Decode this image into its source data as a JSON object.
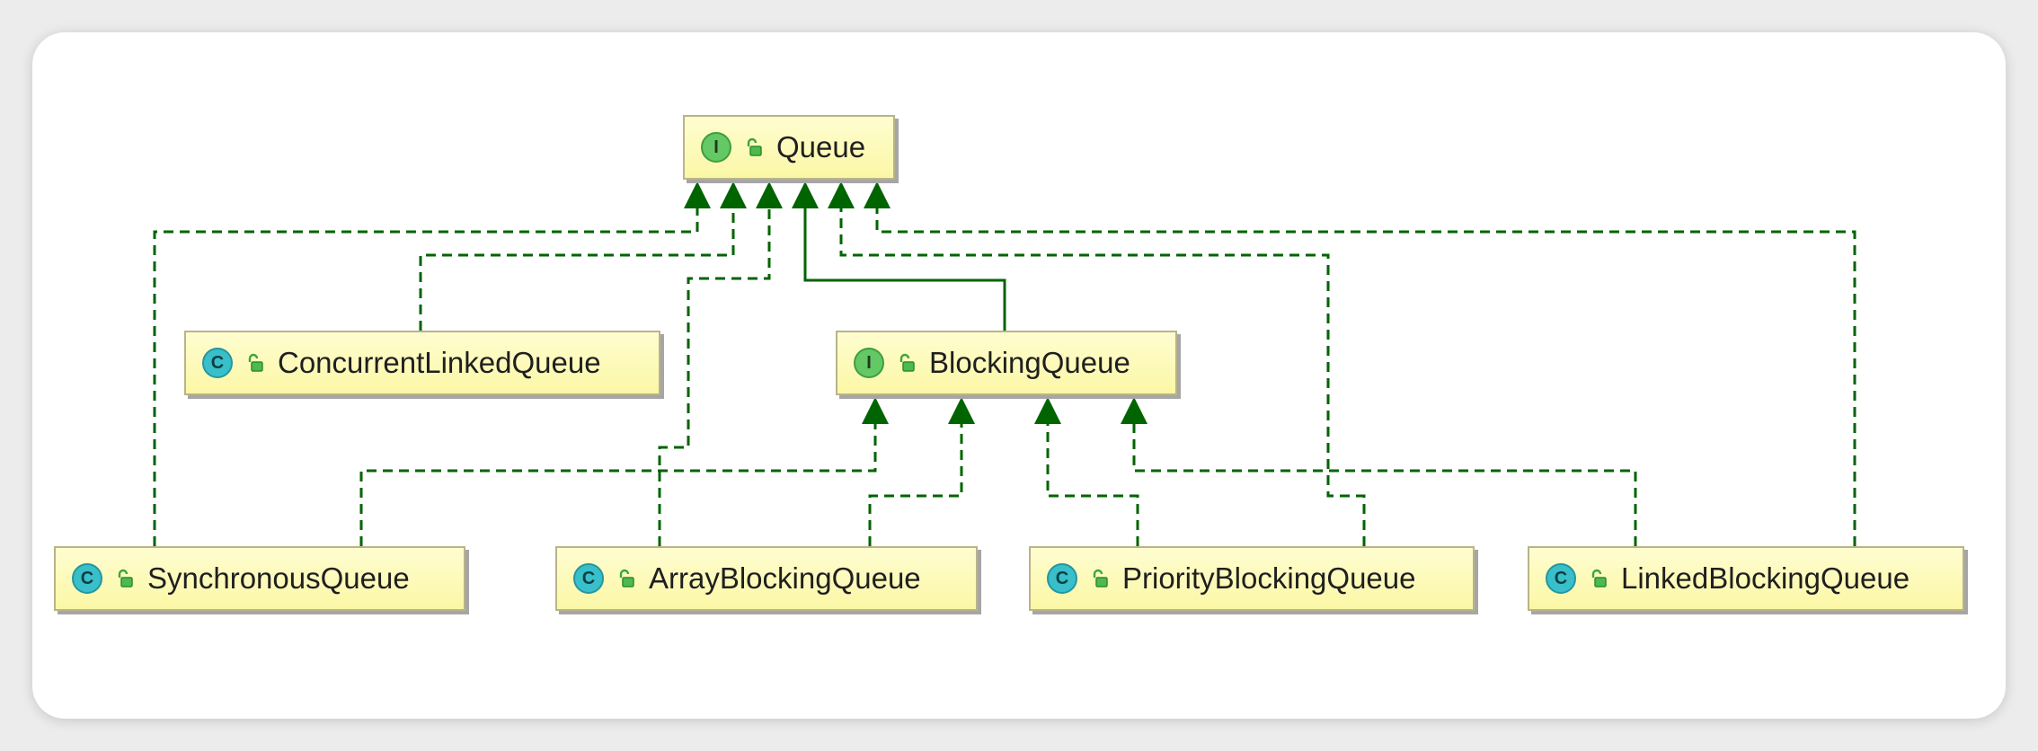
{
  "diagram": {
    "nodes": [
      {
        "id": "queue",
        "label": "Queue",
        "kind": "interface",
        "badge": "I"
      },
      {
        "id": "concurrent",
        "label": "ConcurrentLinkedQueue",
        "kind": "class",
        "badge": "C"
      },
      {
        "id": "blocking",
        "label": "BlockingQueue",
        "kind": "interface",
        "badge": "I"
      },
      {
        "id": "sync",
        "label": "SynchronousQueue",
        "kind": "class",
        "badge": "C"
      },
      {
        "id": "array",
        "label": "ArrayBlockingQueue",
        "kind": "class",
        "badge": "C"
      },
      {
        "id": "priority",
        "label": "PriorityBlockingQueue",
        "kind": "class",
        "badge": "C"
      },
      {
        "id": "linked",
        "label": "LinkedBlockingQueue",
        "kind": "class",
        "badge": "C"
      }
    ],
    "edges": [
      {
        "from": "blocking",
        "to": "queue",
        "type": "extends"
      },
      {
        "from": "concurrent",
        "to": "queue",
        "type": "implements"
      },
      {
        "from": "sync",
        "to": "queue",
        "type": "implements"
      },
      {
        "from": "array",
        "to": "queue",
        "type": "implements"
      },
      {
        "from": "priority",
        "to": "queue",
        "type": "implements"
      },
      {
        "from": "linked",
        "to": "queue",
        "type": "implements"
      },
      {
        "from": "sync",
        "to": "blocking",
        "type": "implements"
      },
      {
        "from": "array",
        "to": "blocking",
        "type": "implements"
      },
      {
        "from": "priority",
        "to": "blocking",
        "type": "implements"
      },
      {
        "from": "linked",
        "to": "blocking",
        "type": "implements"
      }
    ],
    "colors": {
      "edge": "#006400",
      "node_fill": "#fbf7a6",
      "interface_badge": "#64c864",
      "class_badge": "#39bfc9"
    },
    "icons": {
      "visibility": "lock-open-icon"
    }
  }
}
